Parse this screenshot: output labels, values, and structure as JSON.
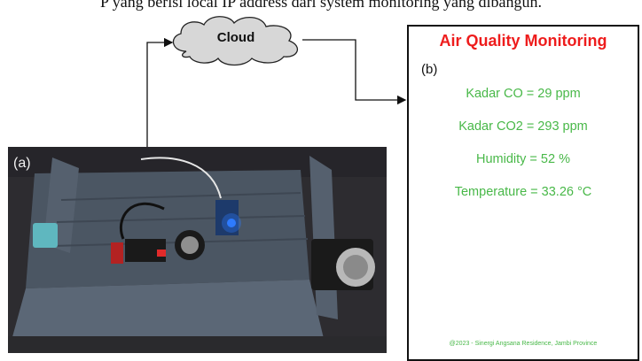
{
  "caption_fragment": "P yang berisi local IP address dari system monitoring yang dibangun.",
  "cloud": {
    "label": "Cloud"
  },
  "photo": {
    "label": "(a)"
  },
  "dashboard": {
    "tag": "(b)",
    "title": "Air Quality Monitoring",
    "readings": [
      {
        "text": "Kadar CO = 29 ppm"
      },
      {
        "text": "Kadar CO2 = 293 ppm"
      },
      {
        "text": "Humidity = 52 %"
      },
      {
        "text": "Temperature = 33.26 °C"
      }
    ],
    "footer": "@2023 - Sinergi Angsana Residence, Jambi Province"
  },
  "colors": {
    "title_red": "#ee1c1c",
    "reading_green": "#48b848",
    "cloud_fill": "#d7d7d7",
    "led_blue": "#2f7bff"
  },
  "icons": [
    "cloud-icon",
    "arrow-right-icon"
  ]
}
